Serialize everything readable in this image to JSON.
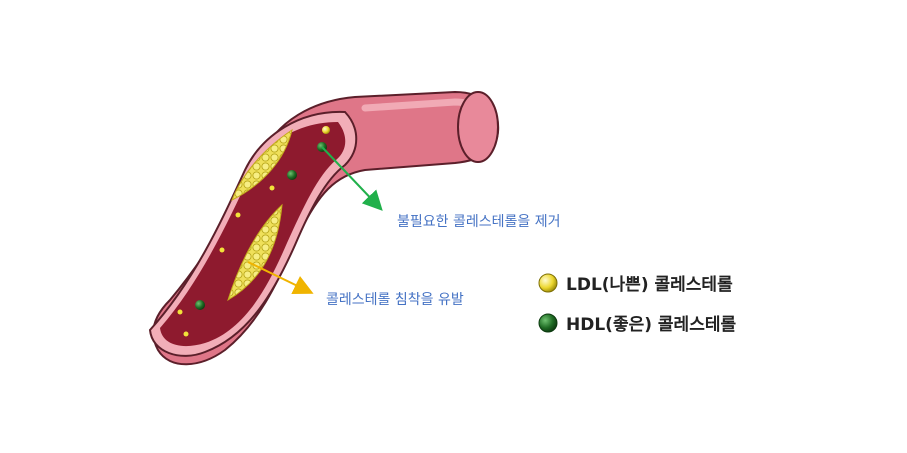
{
  "annotations": {
    "remove": "불필요한 콜레스테롤을 제거",
    "deposit": "콜레스테롤 침착을 유발"
  },
  "legend": {
    "ldl": "LDL(나쁜) 콜레스테롤",
    "hdl": "HDL(좋은) 콜레스테롤"
  },
  "colors": {
    "vessel_outer": "#e07b8b",
    "vessel_rim": "#f4b6bf",
    "lumen": "#8e1a2e",
    "plaque": "#f1e26a",
    "ldl": "#f3e33a",
    "hdl": "#1f6b24",
    "text_blue": "#4472c4",
    "arrow_green": "#21b04b",
    "arrow_yellow": "#f0b400"
  }
}
